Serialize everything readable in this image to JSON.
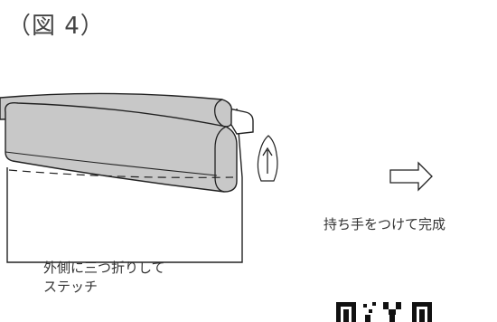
{
  "figure": {
    "label": "（図 4）"
  },
  "instructions": {
    "left_line1": "外側に三つ折りして",
    "left_line2": "ステッチ",
    "right": "持ち手をつけて完成"
  },
  "colors": {
    "fabric_fold": "#c8c8c8",
    "outline": "#222222"
  },
  "icons": {
    "fold_direction": "up-arrow-icon",
    "next_step": "right-arrow-icon",
    "code": "qr-code-icon"
  }
}
